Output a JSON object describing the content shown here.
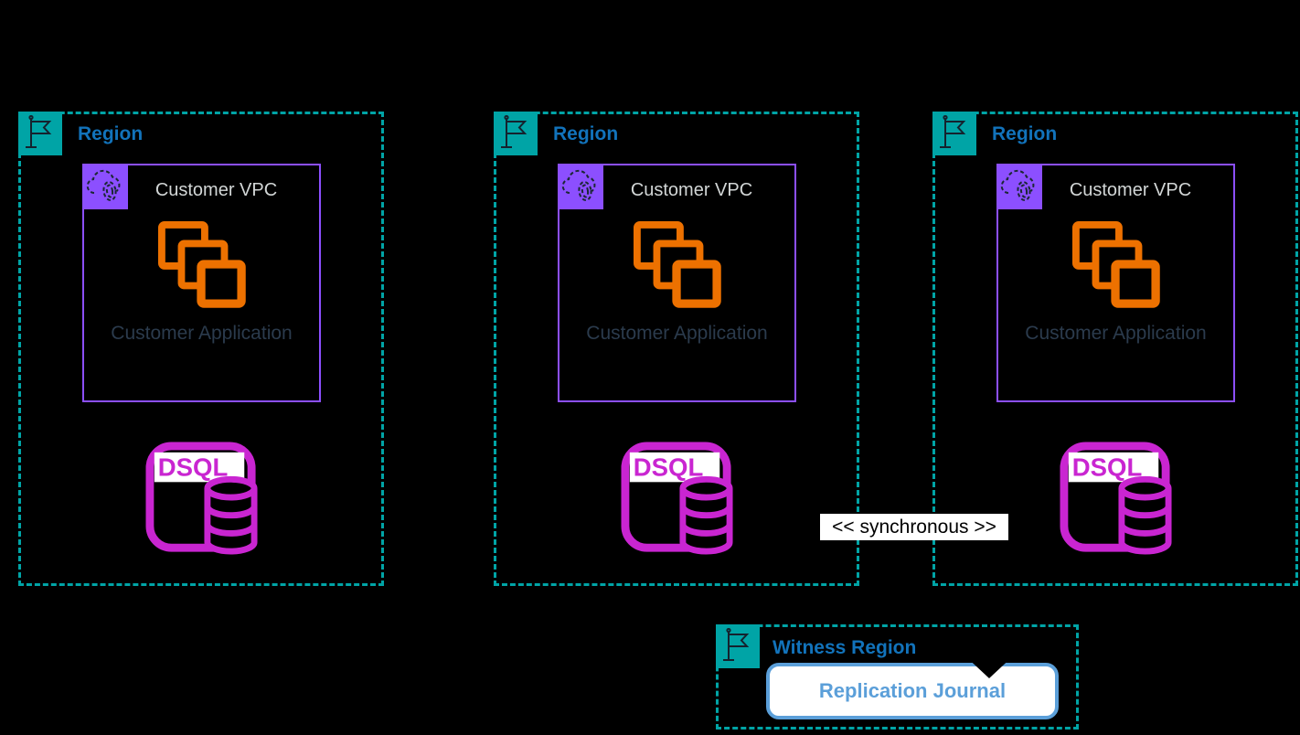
{
  "diagram": {
    "regions": [
      {
        "label": "Region",
        "vpc_label": "Customer VPC",
        "app_label": "Customer Application",
        "dsql_label": "DSQL"
      },
      {
        "label": "Region",
        "vpc_label": "Customer VPC",
        "app_label": "Customer Application",
        "dsql_label": "DSQL"
      },
      {
        "label": "Region",
        "vpc_label": "Customer VPC",
        "app_label": "Customer Application",
        "dsql_label": "DSQL"
      }
    ],
    "sync_label": "<< synchronous >>",
    "witness": {
      "label": "Witness Region",
      "journal_label": "Replication Journal"
    },
    "colors": {
      "background": "#000000",
      "region_border_teal": "#00A4A6",
      "region_label_blue": "#1273BB",
      "vpc_purple": "#8C4FFF",
      "vpc_label_gray": "#D2D6D6",
      "app_orange": "#ED7100",
      "app_label_dark": "#2B3B4D",
      "dsql_magenta": "#C925D1",
      "journal_blue": "#5B9FD9",
      "sync_label_bg": "#FFFFFF",
      "sync_label_text": "#000000"
    }
  }
}
